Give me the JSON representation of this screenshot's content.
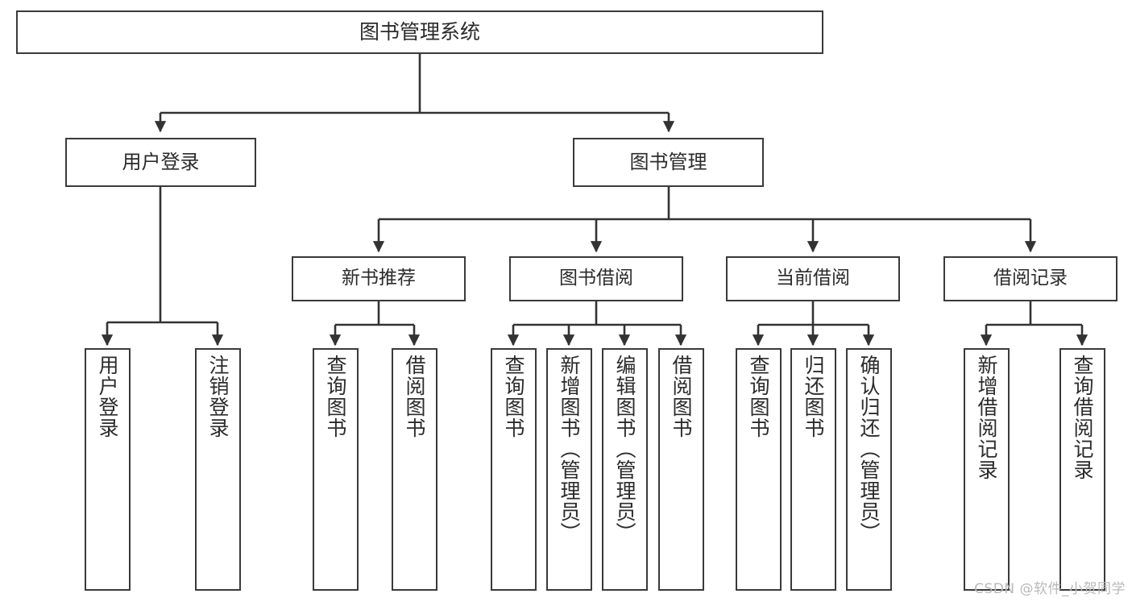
{
  "diagram": {
    "title": "图书管理系统",
    "type": "hierarchy-tree",
    "watermark": "CSDN @软件_小贺同学",
    "colors": {
      "box_border": "#3a3a3a",
      "box_fill": "#ffffff",
      "connector": "#333333",
      "text": "#2b2b2b",
      "watermark": "#b9b9b9",
      "background": "#ffffff"
    },
    "levels": {
      "root": {
        "label": "图书管理系统"
      },
      "level1": [
        {
          "label": "用户登录"
        },
        {
          "label": "图书管理"
        }
      ],
      "level2": [
        {
          "label": "新书推荐",
          "parent": "图书管理"
        },
        {
          "label": "图书借阅",
          "parent": "图书管理"
        },
        {
          "label": "当前借阅",
          "parent": "图书管理"
        },
        {
          "label": "借阅记录",
          "parent": "图书管理"
        }
      ],
      "leaves": [
        {
          "label": "用户登录",
          "parent": "用户登录"
        },
        {
          "label": "注销登录",
          "parent": "用户登录"
        },
        {
          "label": "查询图书",
          "parent": "新书推荐"
        },
        {
          "label": "借阅图书",
          "parent": "新书推荐"
        },
        {
          "label": "查询图书",
          "parent": "图书借阅"
        },
        {
          "label": "新增图书（管理员）",
          "parent": "图书借阅"
        },
        {
          "label": "编辑图书（管理员）",
          "parent": "图书借阅"
        },
        {
          "label": "借阅图书",
          "parent": "图书借阅"
        },
        {
          "label": "查询图书",
          "parent": "当前借阅"
        },
        {
          "label": "归还图书",
          "parent": "当前借阅"
        },
        {
          "label": "确认归还（管理员）",
          "parent": "当前借阅"
        },
        {
          "label": "新增借阅记录",
          "parent": "借阅记录"
        },
        {
          "label": "查询借阅记录",
          "parent": "借阅记录"
        }
      ]
    }
  }
}
